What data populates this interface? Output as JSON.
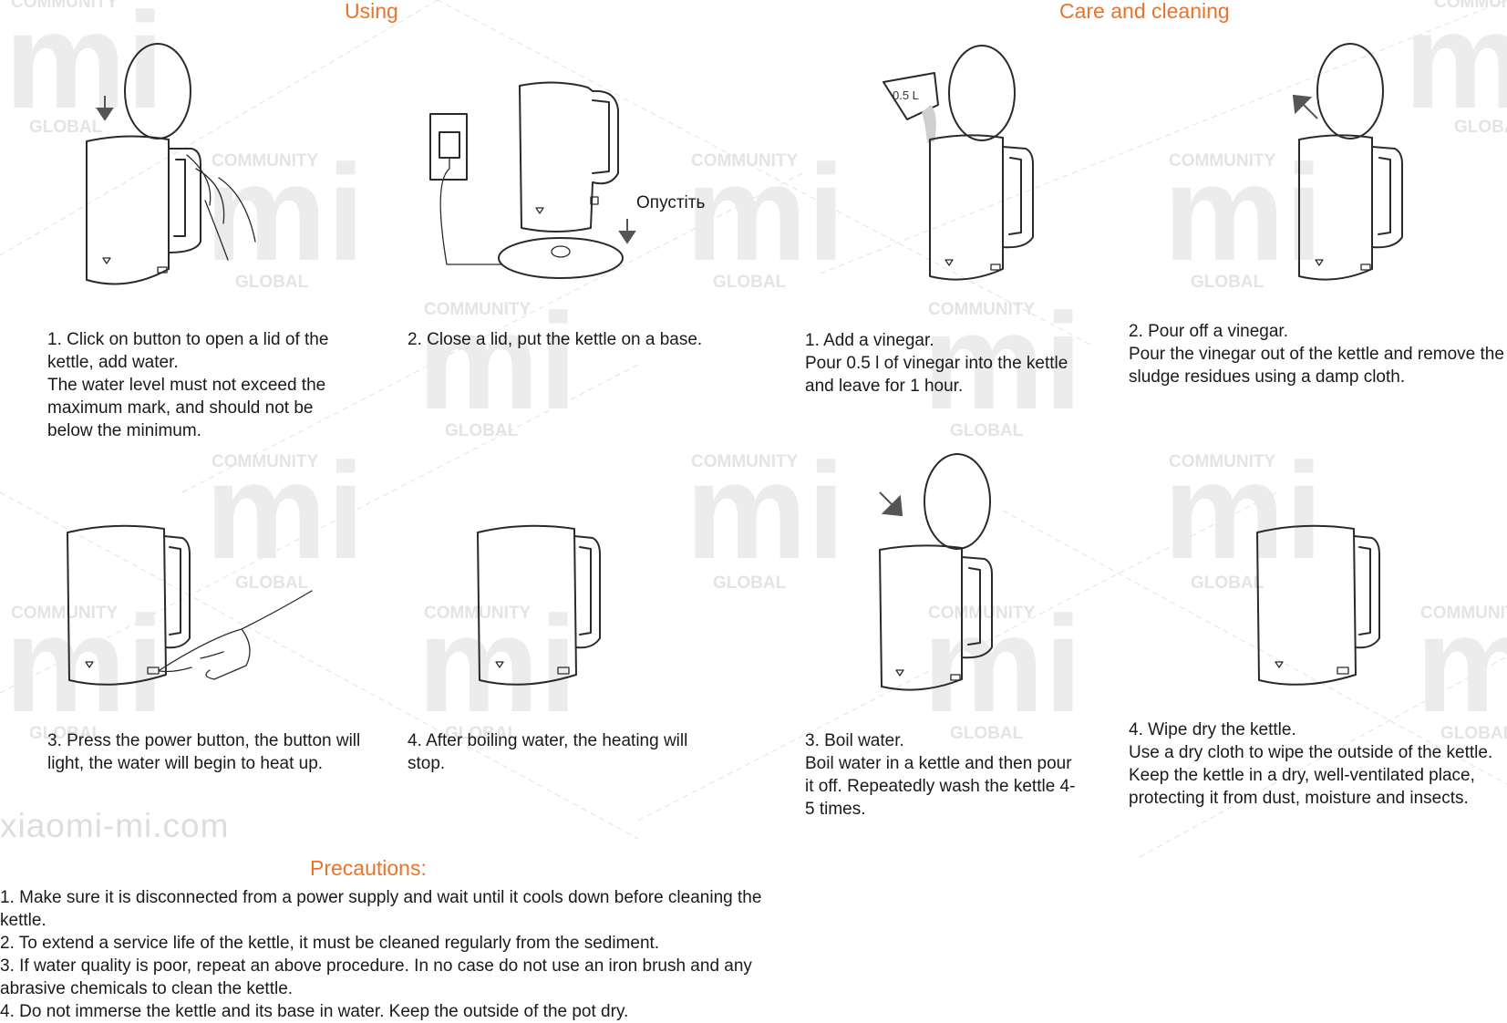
{
  "headings": {
    "using": "Using",
    "care": "Care and cleaning",
    "precautions": "Precautions:"
  },
  "using_steps": [
    [
      "1. Click on button to open a lid of the kettle, add water.",
      "The water level must not exceed the maximum mark, and should not be below the minimum."
    ],
    [
      "2. Close a lid, put the kettle on a base."
    ],
    [
      "3. Press the power button, the button will light, the water will begin to heat up."
    ],
    [
      "4. After boiling water, the heating will stop."
    ]
  ],
  "care_steps": [
    [
      "1. Add a vinegar.",
      "Pour  0.5 l of vinegar into the kettle and leave for 1 hour."
    ],
    [
      "2. Pour off a vinegar.",
      "Pour the vinegar out of the kettle and remove the sludge residues using a damp cloth."
    ],
    [
      "3. Boil water.",
      "Boil water in a kettle and then pour it off. Repeatedly wash the kettle 4-5 times."
    ],
    [
      "4. Wipe dry the kettle.",
      "Use a dry cloth to wipe the outside of the kettle.",
      "Keep the kettle in a dry, well-ventilated place, protecting it from dust, moisture and insects."
    ]
  ],
  "illustration_labels": {
    "lower": "Опустіть",
    "cup_volume": "0.5 L"
  },
  "precautions": [
    "1. Make sure it is disconnected from a power supply and wait until it cools down before cleaning the kettle.",
    "2. To extend a service life of the kettle, it must be cleaned regularly from the sediment.",
    "3. If water quality is poor, repeat an above procedure. In no case do not use an iron brush and any abrasive chemicals to clean the kettle.",
    "4. Do not immerse the kettle and its base in water. Keep the outside of the pot dry."
  ],
  "watermarks": {
    "community": "COMMUNITY",
    "global": "GLOBAL",
    "logo": "mi",
    "site": "xiaomi-mi.com"
  },
  "colors": {
    "heading": "#e8742c",
    "text": "#1a1a1a",
    "watermark": "#e4e4e4"
  }
}
